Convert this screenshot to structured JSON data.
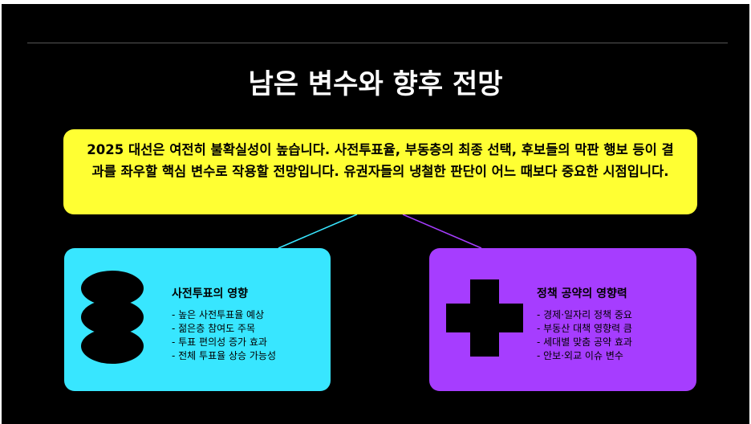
{
  "slide": {
    "title": "남은 변수와 향후 전망",
    "summary": "2025 대선은 여전히 불확실성이 높습니다. 사전투표율, 부동층의 최종 선택, 후보들의 막판 행보 등이 결과를 좌우할 핵심 변수로 작용할 전망입니다. 유권자들의 냉철한 판단이 어느 때보다 중요한 시점입니다.",
    "colors": {
      "background": "#000000",
      "summary_box": "#ffff33",
      "left_card": "#38e6ff",
      "right_card": "#a63dff",
      "left_connector": "#38e6ff",
      "right_connector": "#a63dff"
    },
    "cards": [
      {
        "icon": "stacked-ovals-icon",
        "title": "사전투표의 영향",
        "items": [
          "- 높은 사전투표율 예상",
          "- 젊은층 참여도 주목",
          "- 투표 편의성 증가 효과",
          "- 전체 투표율 상승 가능성"
        ]
      },
      {
        "icon": "plus-cross-icon",
        "title": "정책 공약의 영향력",
        "items": [
          "- 경제·일자리 정책 중요",
          "- 부동산 대책 영향력 큼",
          "- 세대별 맞춤 공약 효과",
          "- 안보·외교 이슈 변수"
        ]
      }
    ]
  }
}
